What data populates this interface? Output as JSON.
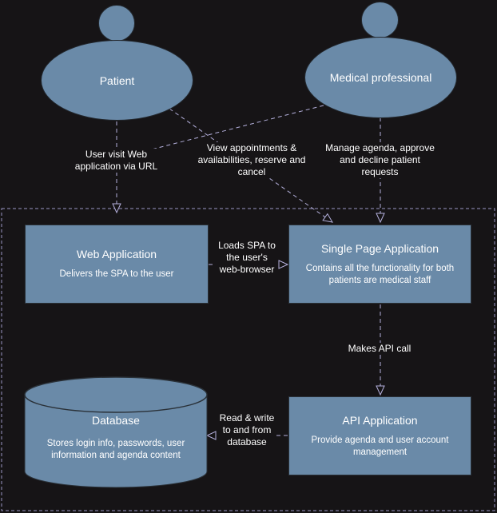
{
  "actors": {
    "patient": "Patient",
    "medical": "Medical professional"
  },
  "labels": {
    "user_visit": "User visit Web application via URL",
    "view_appointments": "View appointments & availabilities, reserve and cancel",
    "manage_agenda": "Manage agenda, approve and decline patient requests",
    "loads_spa": "Loads SPA to the user's web-browser",
    "makes_api": "Makes API call",
    "read_write": "Read & write to and from database"
  },
  "boxes": {
    "web_app": {
      "title": "Web Application",
      "desc": "Delivers the SPA to the user"
    },
    "spa": {
      "title": "Single Page Application",
      "desc": "Contains all the functionality for both patients are medical staff"
    },
    "api": {
      "title": "API Application",
      "desc": "Provide agenda and user account management"
    },
    "database": {
      "title": "Database",
      "desc": "Stores login info, passwords, user information and agenda content"
    }
  },
  "colors": {
    "background": "#161416",
    "shape_fill": "#6a8aa8",
    "line": "#b4b0dc"
  }
}
